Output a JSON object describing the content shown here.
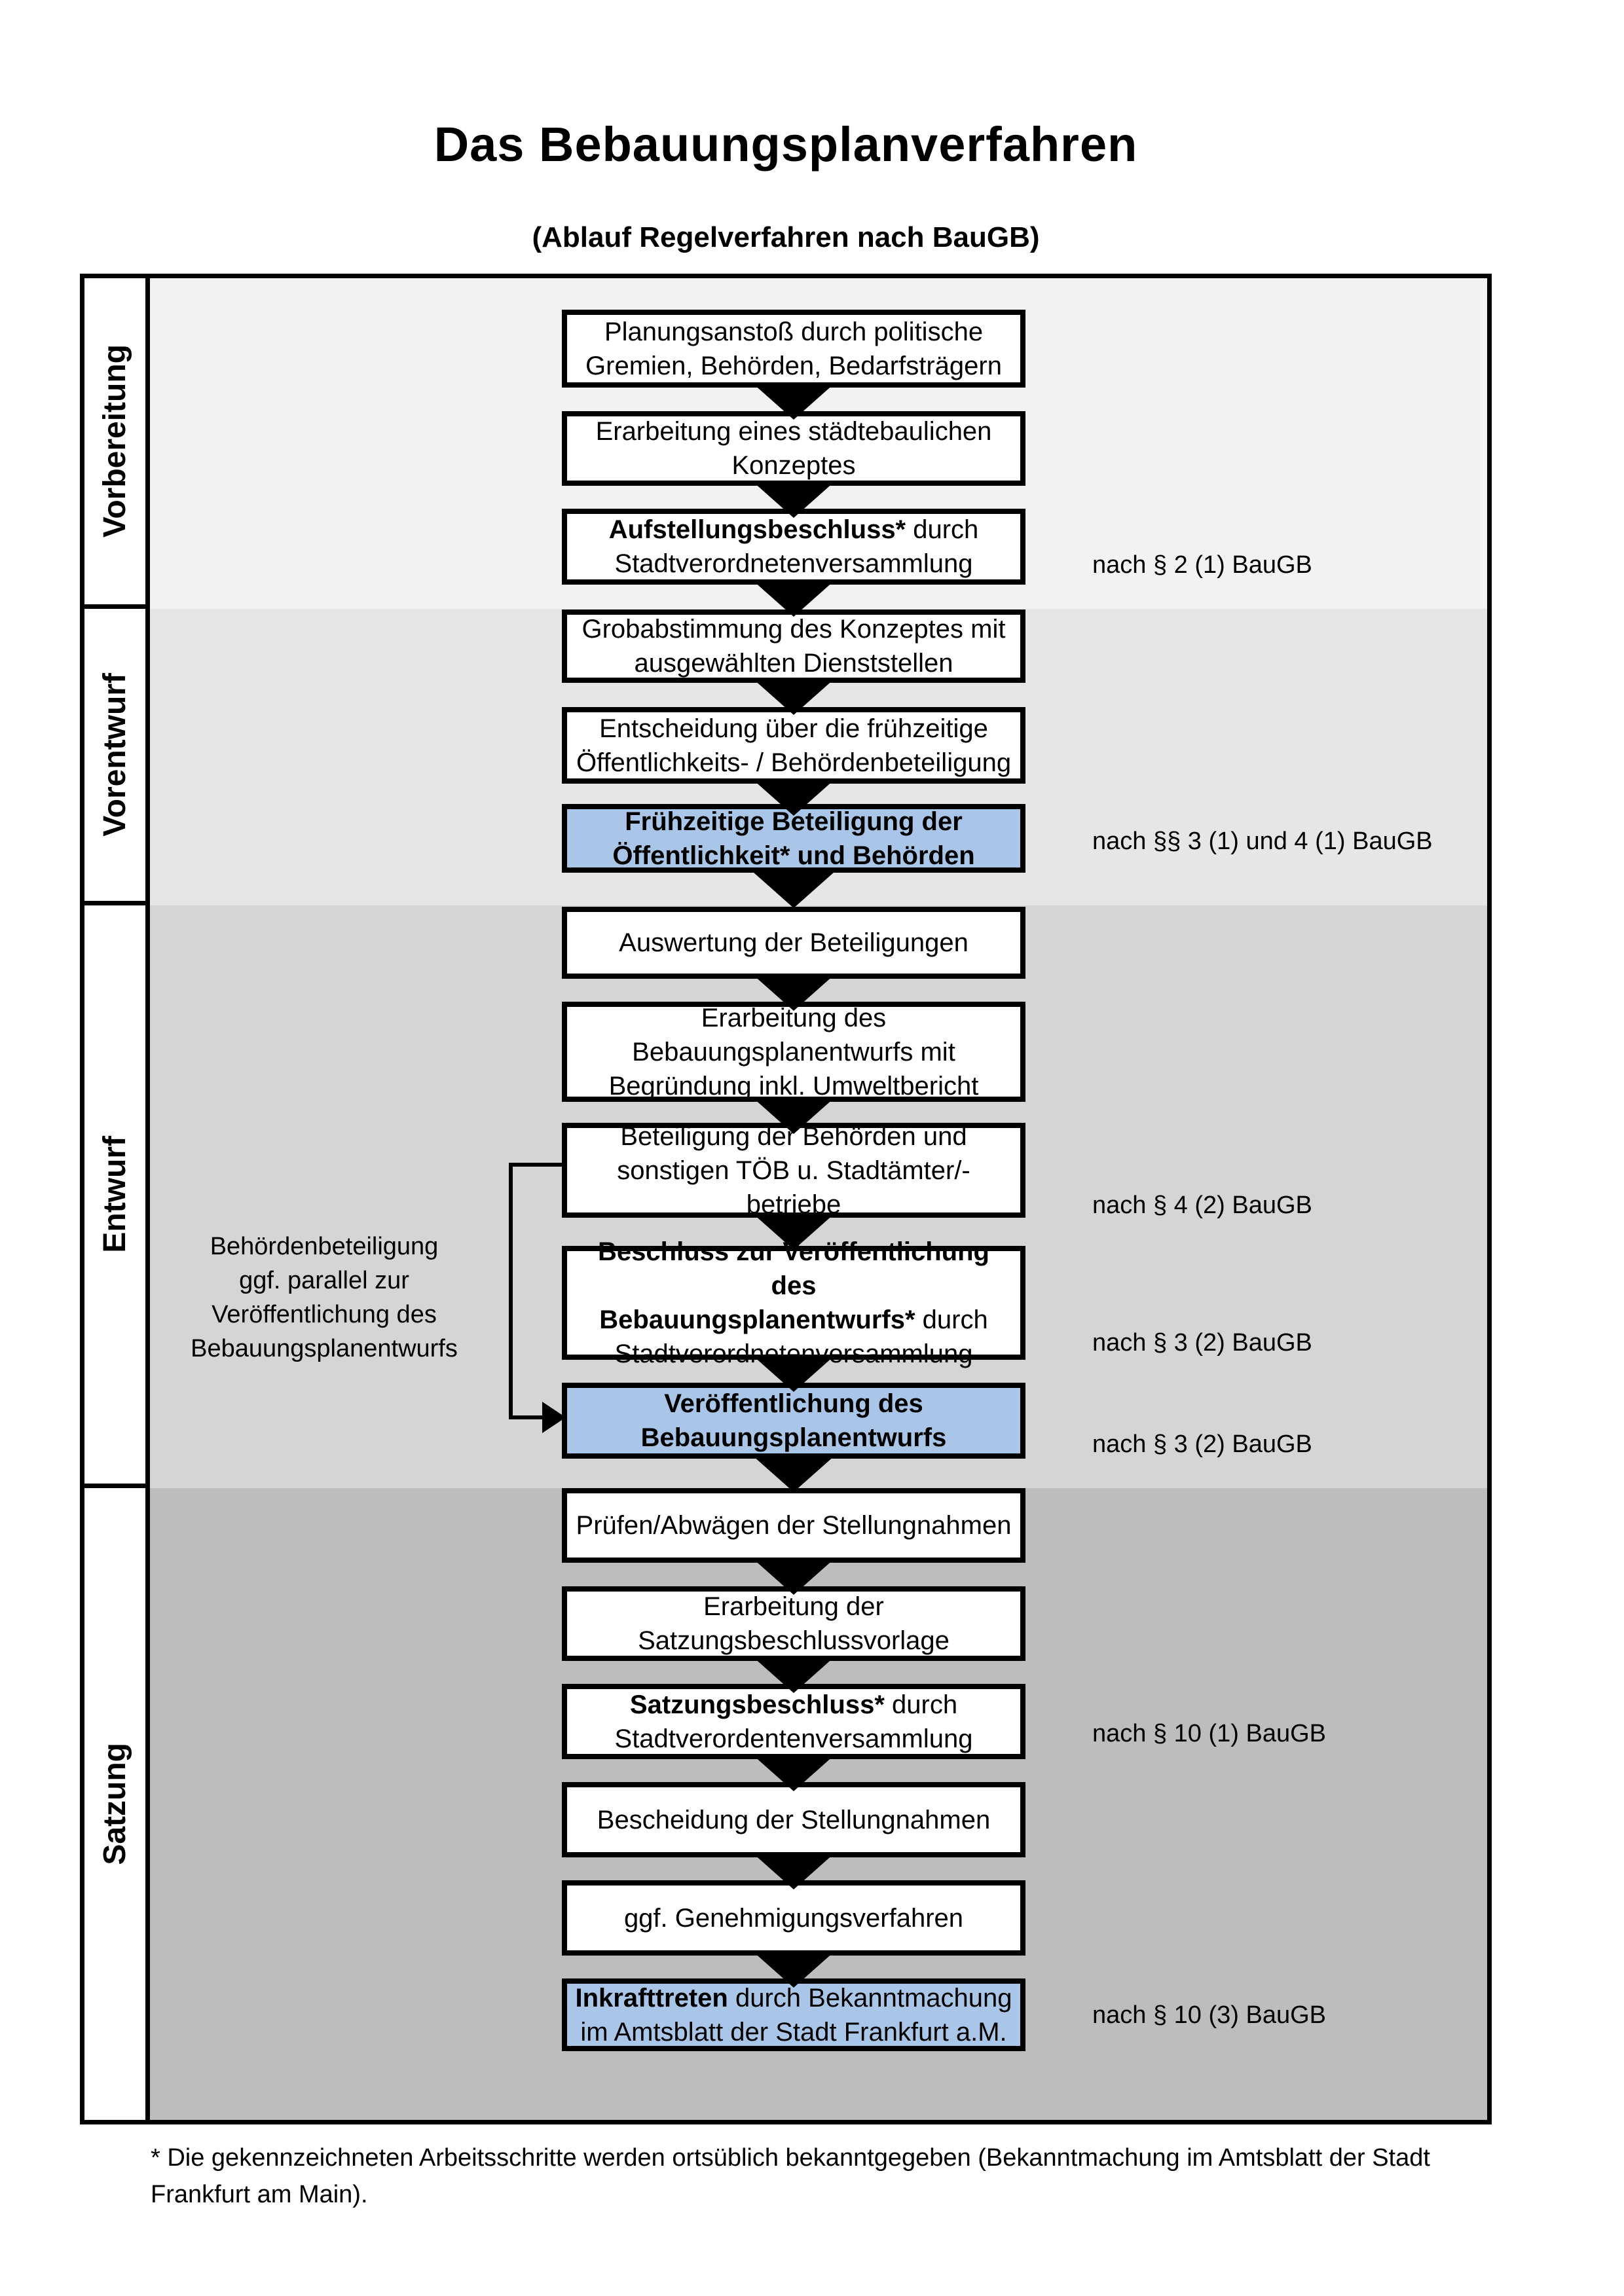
{
  "title": "Das Bebauungsplanverfahren",
  "subtitle": "(Ablauf Regelverfahren nach BauGB)",
  "phases": [
    {
      "label": "Vorbereitung"
    },
    {
      "label": "Vorentwurf"
    },
    {
      "label": "Entwurf"
    },
    {
      "label": "Satzung"
    }
  ],
  "boxes": [
    {
      "bold": "",
      "text": "Planungsanstoß durch politische\nGremien, Behörden, Bedarfsträgern"
    },
    {
      "bold": "",
      "text": "Erarbeitung eines städtebaulichen\nKonzeptes"
    },
    {
      "bold": "Aufstellungsbeschluss*",
      "text": " durch\nStadtverordnetenversammlung"
    },
    {
      "bold": "",
      "text": "Grobabstimmung des Konzeptes mit\nausgewählten Dienststellen"
    },
    {
      "bold": "",
      "text": "Entscheidung über die frühzeitige\nÖffentlichkeits- / Behördenbeteiligung"
    },
    {
      "bold": "Frühzeitige Beteiligung der\nÖffentlichkeit* und Behörden",
      "text": ""
    },
    {
      "bold": "",
      "text": "Auswertung der Beteiligungen"
    },
    {
      "bold": "",
      "text": "Erarbeitung des\nBebauungsplanentwurfs mit\nBegründung inkl. Umweltbericht"
    },
    {
      "bold": "",
      "text": "Beteiligung der Behörden und\nsonstigen TÖB u. Stadtämter/-betriebe"
    },
    {
      "bold": "Beschluss zur Veröffentlichung des\nBebauungsplanentwurfs*",
      "text": " durch\nStadtverordnetenversammlung"
    },
    {
      "bold": "Veröffentlichung des\nBebauungsplanentwurfs",
      "text": ""
    },
    {
      "bold": "",
      "text": "Prüfen/Abwägen der Stellungnahmen"
    },
    {
      "bold": "",
      "text": "Erarbeitung der\nSatzungsbeschlussvorlage"
    },
    {
      "bold": "Satzungsbeschluss*",
      "text": " durch\nStadtverordentenversammlung"
    },
    {
      "bold": "",
      "text": "Bescheidung der Stellungnahmen"
    },
    {
      "bold": "",
      "text": "ggf. Genehmigungsverfahren"
    },
    {
      "bold": "Inkrafttreten",
      "text": " durch Bekanntmachung\nim Amtsblatt der Stadt Frankfurt a.M."
    }
  ],
  "refs": [
    {
      "label": "nach § 2 (1) BauGB"
    },
    {
      "label": "nach §§ 3 (1) und 4 (1) BauGB"
    },
    {
      "label": "nach § 4 (2) BauGB"
    },
    {
      "label": "nach § 3 (2) BauGB"
    },
    {
      "label": "nach § 3 (2) BauGB"
    },
    {
      "label": "nach § 10 (1) BauGB"
    },
    {
      "label": "nach § 10 (3) BauGB"
    }
  ],
  "annotation": "Behördenbeteiligung\nggf. parallel zur\nVeröffentlichung des\nBebauungsplanentwurfs",
  "footnote": "* Die gekennzeichneten Arbeitsschritte werden ortsüblich bekanntgegeben (Bekanntmachung im Amtsblatt  der Stadt\nFrankfurt am Main).",
  "colors": {
    "highlight_blue": "#a9c6e8",
    "section_backgrounds": [
      "#f2f2f2",
      "#e6e6e6",
      "#d5d5d5",
      "#bdbdbd"
    ],
    "line_black": "#000000"
  }
}
